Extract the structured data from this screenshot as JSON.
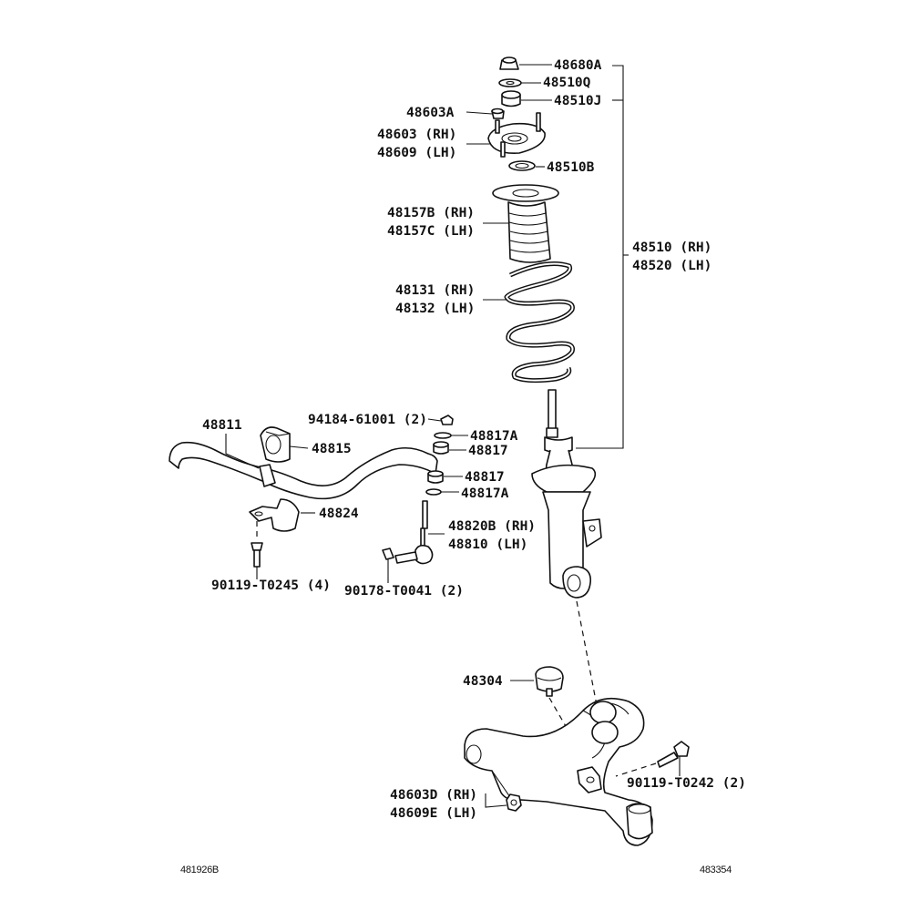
{
  "callouts": [
    {
      "id": "nut-top",
      "text": "48680A"
    },
    {
      "id": "washer-q",
      "text": "48510Q"
    },
    {
      "id": "bushing-j",
      "text": "48510J"
    },
    {
      "id": "nut-a",
      "text": "48603A"
    },
    {
      "id": "mount-rh",
      "text": "48603 (RH)"
    },
    {
      "id": "mount-lh",
      "text": "48609 (LH)"
    },
    {
      "id": "bearing-b",
      "text": "48510B"
    },
    {
      "id": "boot-rh",
      "text": "48157B (RH)"
    },
    {
      "id": "boot-lh",
      "text": "48157C (LH)"
    },
    {
      "id": "absorber-rh",
      "text": "48510 (RH)"
    },
    {
      "id": "absorber-lh",
      "text": "48520 (LH)"
    },
    {
      "id": "spring-rh",
      "text": "48131 (RH)"
    },
    {
      "id": "spring-lh",
      "text": "48132 (LH)"
    },
    {
      "id": "stabilizer-bar",
      "text": "48811"
    },
    {
      "id": "nut-94184",
      "text": "94184-61001 (2)"
    },
    {
      "id": "retainer-a1",
      "text": "48817A"
    },
    {
      "id": "bushing-48815",
      "text": "48815"
    },
    {
      "id": "cushion-1",
      "text": "48817"
    },
    {
      "id": "cushion-2",
      "text": "48817"
    },
    {
      "id": "retainer-a2",
      "text": "48817A"
    },
    {
      "id": "bracket-48824",
      "text": "48824"
    },
    {
      "id": "link-rh",
      "text": "48820B (RH)"
    },
    {
      "id": "link-lh",
      "text": "48810 (LH)"
    },
    {
      "id": "bolt-90119-t0245",
      "text": "90119-T0245 (4)"
    },
    {
      "id": "nut-90178",
      "text": "90178-T0041 (2)"
    },
    {
      "id": "bumper-48304",
      "text": "48304"
    },
    {
      "id": "bolt-90119-t0242",
      "text": "90119-T0242 (2)"
    },
    {
      "id": "arm-rh",
      "text": "48603D (RH)"
    },
    {
      "id": "arm-lh",
      "text": "48609E (LH)"
    }
  ],
  "footer": {
    "left_code": "481926B",
    "right_code": "483354"
  }
}
